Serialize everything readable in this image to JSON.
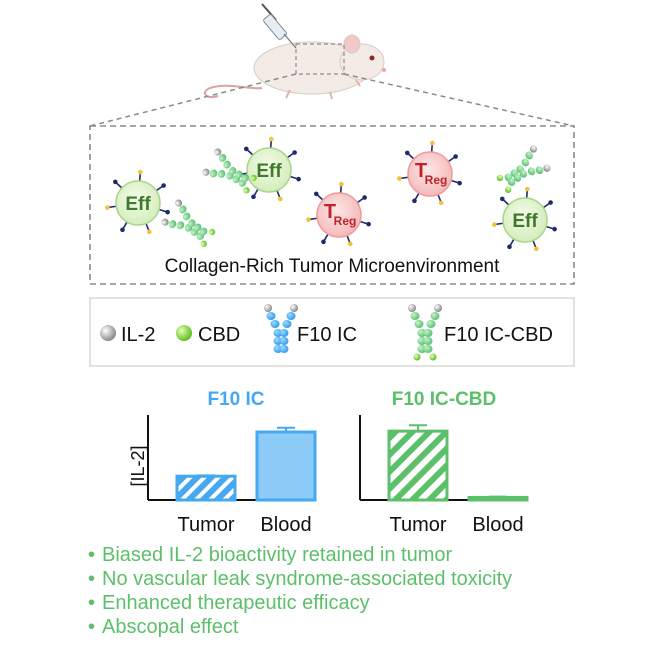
{
  "microenvironment": {
    "title": "Collagen-Rich Tumor Microenvironment",
    "eff_label": "Eff",
    "treg_main": "T",
    "treg_sub": "Reg"
  },
  "legend": {
    "items": [
      {
        "label": "IL-2"
      },
      {
        "label": "CBD"
      },
      {
        "label": "F10 IC"
      },
      {
        "label": "F10 IC-CBD"
      }
    ]
  },
  "chart_data": [
    {
      "type": "bar",
      "title": "F10 IC",
      "ylabel": "[IL-2]",
      "categories": [
        "Tumor",
        "Blood"
      ],
      "values": [
        0.28,
        0.8
      ],
      "error": [
        0.01,
        0.05
      ],
      "ylim": [
        0,
        1
      ],
      "patterns": [
        "hatched",
        "solid"
      ],
      "color": "#45a8f0"
    },
    {
      "type": "bar",
      "title": "F10 IC-CBD",
      "ylabel": "",
      "categories": [
        "Tumor",
        "Blood"
      ],
      "values": [
        0.81,
        0.03
      ],
      "error": [
        0.07,
        0.01
      ],
      "ylim": [
        0,
        1
      ],
      "patterns": [
        "hatched",
        "solid"
      ],
      "color": "#5cc06b"
    }
  ],
  "bullets": [
    "Biased IL-2 bioactivity retained in tumor",
    "No vascular leak syndrome-associated toxicity",
    "Enhanced therapeutic efficacy",
    "Abscopal effect"
  ],
  "colors": {
    "blue": "#45a8f0",
    "green": "#5cc06b",
    "eff_fill": "#dff2c8",
    "treg_fill": "#f7c8c8",
    "treg_text": "#c0212a",
    "eff_text": "#3f7a2a"
  }
}
